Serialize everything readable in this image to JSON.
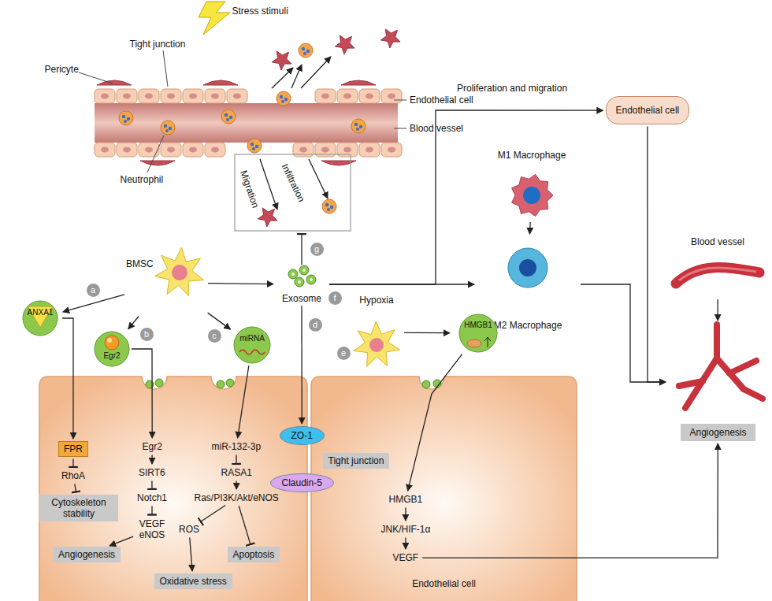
{
  "diagram": {
    "nodes": [
      {
        "text": [
          "BMSC"
        ]
      },
      {
        "text": [
          "Exosome"
        ]
      },
      {
        "text": [
          "Endothelial cell"
        ]
      },
      {
        "text": [
          "M1 Macrophage"
        ]
      },
      {
        "text": [
          "M2 Macrophage"
        ]
      },
      {
        "text": [
          "Blood vessel"
        ]
      },
      {
        "text": [
          "Angiogenesis"
        ]
      },
      {
        "text": [
          "ANXA1"
        ]
      },
      {
        "text": [
          "Egr2"
        ]
      },
      {
        "text": [
          "miRNA"
        ]
      },
      {
        "text": [
          "Hypoxia"
        ]
      },
      {
        "text": [
          "HMGB1"
        ]
      },
      {
        "text": [
          "ZO-1"
        ]
      },
      {
        "text": [
          "Claudin-5"
        ]
      },
      {
        "text": [
          "FPR"
        ]
      },
      {
        "text": [
          "RhoA"
        ]
      },
      {
        "text": [
          "Cytoskeleton stability"
        ]
      },
      {
        "text": [
          "Egr2"
        ]
      },
      {
        "text": [
          "SIRT6"
        ]
      },
      {
        "text": [
          "Notch1"
        ]
      },
      {
        "text": [
          "VEGF eNOS"
        ]
      },
      {
        "text": [
          "Angiogenesis"
        ]
      },
      {
        "text": [
          "miR-132-3p"
        ]
      },
      {
        "text": [
          "RASA1"
        ]
      },
      {
        "text": [
          "Ras/PI3K/Akt/eNOS"
        ]
      },
      {
        "text": [
          "ROS"
        ]
      },
      {
        "text": [
          "Apoptosis"
        ]
      },
      {
        "text": [
          "Oxidative stress"
        ]
      },
      {
        "text": [
          "Endothelial cell"
        ]
      },
      {
        "text": [
          "Tight junction"
        ],
        "in": 28
      },
      {
        "text": [
          "HMGB1"
        ],
        "in": 28
      },
      {
        "text": [
          "JNK/HIF-1α"
        ],
        "in": 28
      },
      {
        "text": [
          "VEGF"
        ],
        "in": 28
      }
    ],
    "edges": [
      {
        "from": 0,
        "to": 7,
        "arrow": "to"
      },
      {
        "from": 0,
        "to": 8,
        "arrow": "to"
      },
      {
        "from": 0,
        "to": 9,
        "arrow": "to"
      },
      {
        "from": 0,
        "to": 1,
        "arrow": "to"
      },
      {
        "from": 1,
        "to": 12,
        "arrow": "to"
      },
      {
        "from": 1,
        "to": 4,
        "arrow": "to"
      },
      {
        "from": 1,
        "to": 2,
        "arrow": "to",
        "label": "Proliferation and migration"
      },
      {
        "from": 3,
        "to": 4,
        "arrow": "to"
      },
      {
        "from": 2,
        "to": 6,
        "arrow": "to"
      },
      {
        "from": 4,
        "to": 6,
        "arrow": "to"
      },
      {
        "from": 5,
        "to": 6,
        "arrow": "to"
      },
      {
        "from": 10,
        "to": 11,
        "arrow": "to"
      },
      {
        "from": 11,
        "to": 30,
        "arrow": "to"
      },
      {
        "from": 30,
        "to": 31,
        "arrow": "to"
      },
      {
        "from": 31,
        "to": 32,
        "arrow": "to"
      },
      {
        "from": 32,
        "to": 6,
        "arrow": "to"
      },
      {
        "from": 7,
        "to": 14,
        "arrow": "to"
      },
      {
        "from": 14,
        "to": 15,
        "arrow": "to"
      },
      {
        "from": 15,
        "to": 16,
        "arrow": "to"
      },
      {
        "from": 8,
        "to": 17,
        "arrow": "to"
      },
      {
        "from": 17,
        "to": 18,
        "arrow": "to"
      },
      {
        "from": 18,
        "to": 19,
        "arrow": "to"
      },
      {
        "from": 19,
        "to": 20,
        "arrow": "to"
      },
      {
        "from": 20,
        "to": 21,
        "arrow": "to"
      },
      {
        "from": 9,
        "to": 22,
        "arrow": "to"
      },
      {
        "from": 22,
        "to": 23,
        "arrow": "to"
      },
      {
        "from": 23,
        "to": 24,
        "arrow": "to"
      },
      {
        "from": 24,
        "to": 25,
        "arrow": "to"
      },
      {
        "from": 24,
        "to": 26,
        "arrow": "to"
      },
      {
        "from": 25,
        "to": 27,
        "arrow": "to"
      }
    ],
    "labels": [
      "Stress stimuli",
      "Tight junction",
      "Pericyte",
      "Endothelial cell",
      "Blood vessel",
      "Neutrophil",
      "Migration",
      "Infiltration",
      "a",
      "b",
      "c",
      "d",
      "e",
      "f",
      "g"
    ]
  }
}
